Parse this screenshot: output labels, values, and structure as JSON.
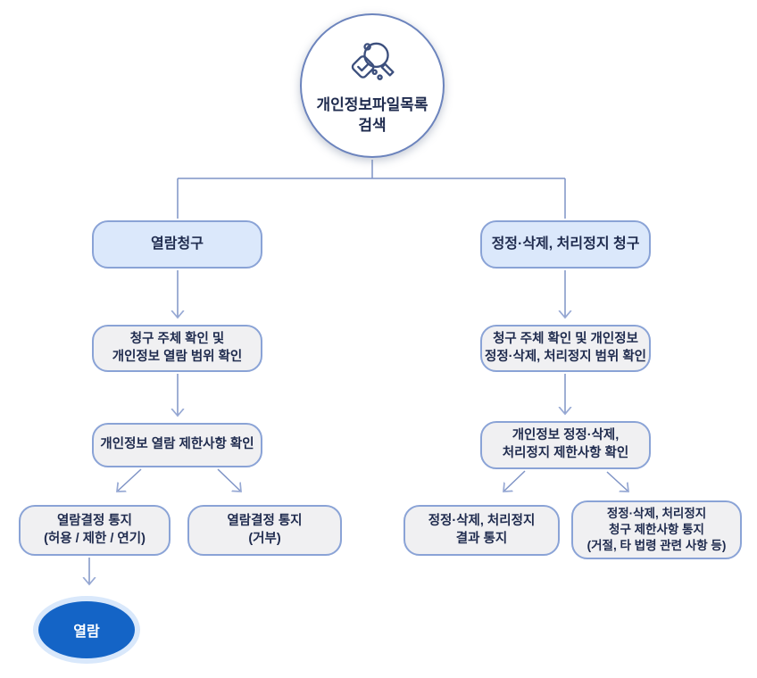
{
  "diagram": {
    "title_node": {
      "label": "개인정보파일목록\n검색",
      "icon": "file-search-icon"
    },
    "left_branch": {
      "request": "열람청구",
      "verify": "청구 주체 확인 및\n개인정보 열람 범위 확인",
      "restriction_check": "개인정보 열람 제한사항 확인",
      "notice_allow": "열람결정 통지\n(허용 / 제한 / 연기)",
      "notice_deny": "열람결정 통지\n(거부)",
      "final": "열람"
    },
    "right_branch": {
      "request": "정정·삭제, 처리정지 청구",
      "verify": "청구 주체 확인 및 개인정보\n정정·삭제, 처리정지 범위 확인",
      "restriction_check": "개인정보 정정·삭제,\n처리정지 제한사항 확인",
      "notice_result": "정정·삭제, 처리정지\n결과 통지",
      "notice_restrict": "정정·삭제, 처리정지\n청구 제한사항 통지\n(거절, 타 법령 관련 사항 등)"
    },
    "colors": {
      "accent_blue": "#1464c6",
      "light_blue_fill": "#dbe8fb",
      "gray_fill": "#f0f0f2",
      "box_border": "#8aa3d6",
      "circle_border": "#6c84bd",
      "connector_line": "#7f94c6",
      "arrowhead": "#97a9d4",
      "text_navy": "#1f2b4e",
      "halo_blue": "#d9e8fb",
      "final_text": "#ffffff"
    }
  }
}
